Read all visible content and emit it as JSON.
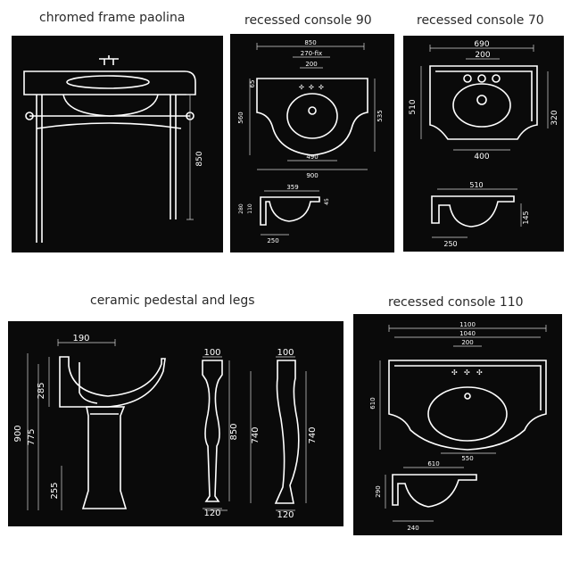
{
  "titles": {
    "chromed_frame": "chromed frame paolina",
    "console_90": "recessed console 90",
    "console_70": "recessed console 70",
    "pedestal": "ceramic pedestal and legs",
    "console_110": "recessed console 110"
  },
  "chromed_frame": {
    "height": "850"
  },
  "console_90": {
    "w_top": "850",
    "w_fix": "270-fix",
    "w_tap": "200",
    "w_bowl": "490",
    "w_total": "900",
    "h_left": "560",
    "h_right": "535",
    "h_top": "65",
    "side_depth": "359",
    "side_h": "45",
    "side_h2": "110",
    "side_h3": "280",
    "side_bottom": "250"
  },
  "console_70": {
    "w_top": "690",
    "w_tap": "200",
    "w_bowl": "400",
    "h_left": "510",
    "h_right": "320",
    "side_depth": "510",
    "side_h": "145",
    "side_bottom": "250"
  },
  "pedestal": {
    "w_top": "190",
    "h_285": "285",
    "h_900": "900",
    "h_775": "775",
    "h_255": "255",
    "ped_top": "100",
    "ped_h": "850",
    "ped_bottom": "120",
    "leg_top": "100",
    "leg_h": "740",
    "leg_bottom": "120",
    "leg2_h": "740",
    "leg2_bottom": "120"
  },
  "console_110": {
    "w_total": "1100",
    "w_top": "1040",
    "w_tap": "200",
    "w_bowl": "550",
    "h_left": "610",
    "side_depth": "610",
    "side_h": "290",
    "side_bottom": "240"
  }
}
